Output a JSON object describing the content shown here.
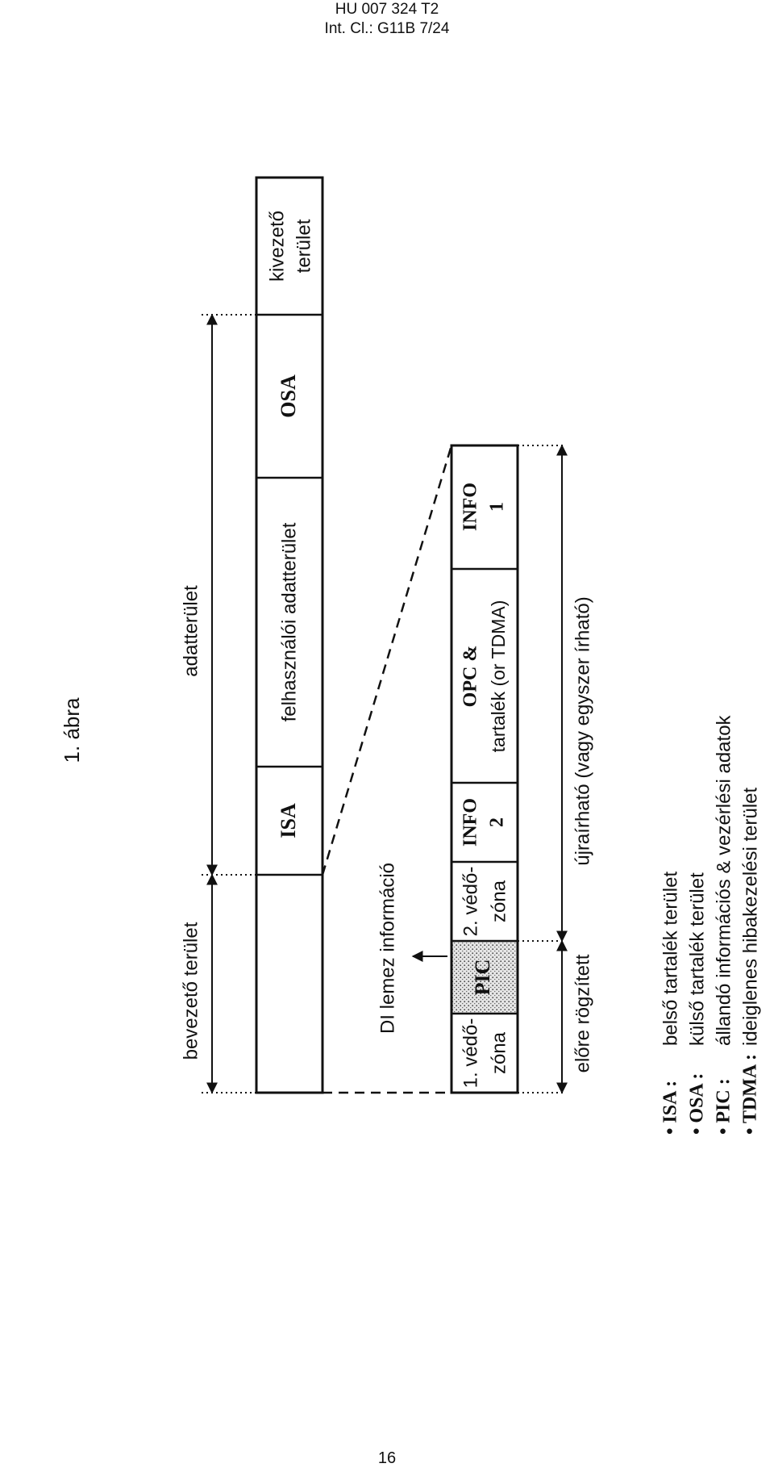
{
  "header": {
    "doc_number": "HU 007 324 T2",
    "classification": "Int. Cl.: G11B 7/24"
  },
  "figure": {
    "title": "1. ábra",
    "top_regions": {
      "lead_in": "bevezető terület",
      "data_area": "adatterület"
    },
    "main_bar": {
      "isa": "ISA",
      "user_data": "felhasználói adatterület",
      "osa": "OSA",
      "lead_out_line1": "kivezető",
      "lead_out_line2": "terület"
    },
    "di_label": "DI lemez információ",
    "detail_bar": {
      "guard1_line1": "1. védő-",
      "guard1_line2": "zóna",
      "pic": "PIC",
      "guard2_line1": "2. védő-",
      "guard2_line2": "zóna",
      "info2_line1": "INFO",
      "info2_line2": "2",
      "opc_line1": "OPC &",
      "opc_line2": "tartalék (or TDMA)",
      "info1_line1": "INFO",
      "info1_line2": "1"
    },
    "bottom_regions": {
      "prerecorded": "előre rögzített",
      "rewritable": "újraírható (vagy egyszer írható)"
    },
    "legend": [
      {
        "abbr": "• ISA :",
        "text": "belső tartalék terület"
      },
      {
        "abbr": "• OSA :",
        "text": "külső tartalék terület"
      },
      {
        "abbr": "• PIC :",
        "text": "állandó információs & vezérlési adatok"
      },
      {
        "abbr": "• TDMA :",
        "text": "ideiglenes hibakezelési terület"
      }
    ]
  },
  "page_number": "16"
}
